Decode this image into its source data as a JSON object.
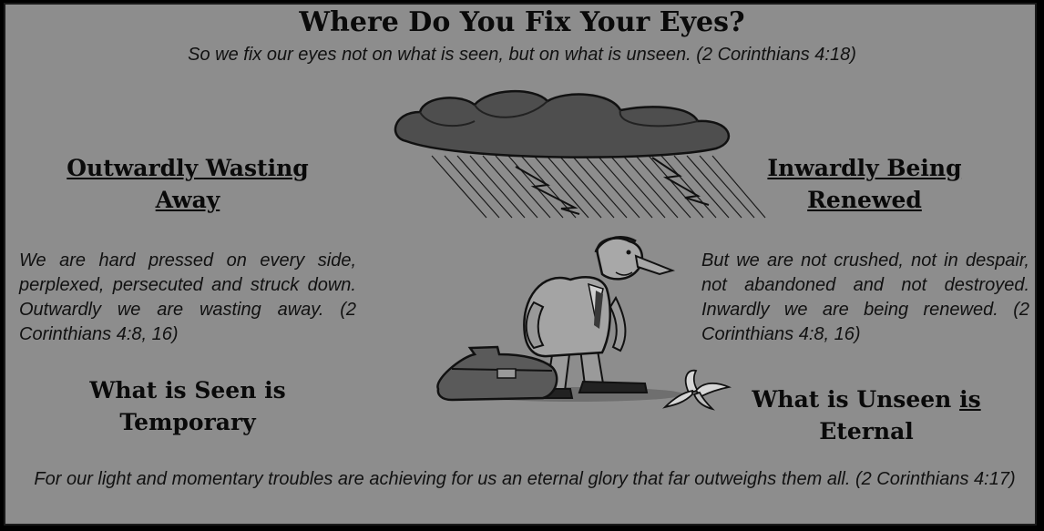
{
  "title": "Where Do You Fix Your Eyes?",
  "subtitle": "So we fix our eyes not on what is seen, but on what is unseen.  (2 Corinthians 4:18)",
  "left": {
    "heading_line1": "Outwardly Wasting",
    "heading_line2": "Away",
    "body": "We are hard pressed on every side, perplexed, persecuted and struck down.  Outwardly we are wasting away.  (2 Corinthians 4:8, 16)",
    "sub_heading_line1": "What is Seen is",
    "sub_heading_line2": "Temporary"
  },
  "right": {
    "heading_line1": "Inwardly Being",
    "heading_line2": "Renewed",
    "body": "But we are not crushed, not in despair, not abandoned and not destroyed.  Inwardly we are being renewed.  (2 Corinthians 4:8, 16)",
    "sub_heading_part1": "What is Unseen ",
    "sub_heading_part2": "is",
    "sub_heading_line2": "Eternal"
  },
  "footer": "For our light and momentary troubles are achieving for us an eternal glory that far outweighs them all.  (2 Corinthians 4:17)",
  "illustrations": [
    "storm-cloud-icon",
    "sad-man-with-briefcase-icon",
    "banana-peel-icon"
  ],
  "colors": {
    "background": "#8d8d8d",
    "text": "#0a0a0a",
    "border": "#1a1a1a"
  }
}
